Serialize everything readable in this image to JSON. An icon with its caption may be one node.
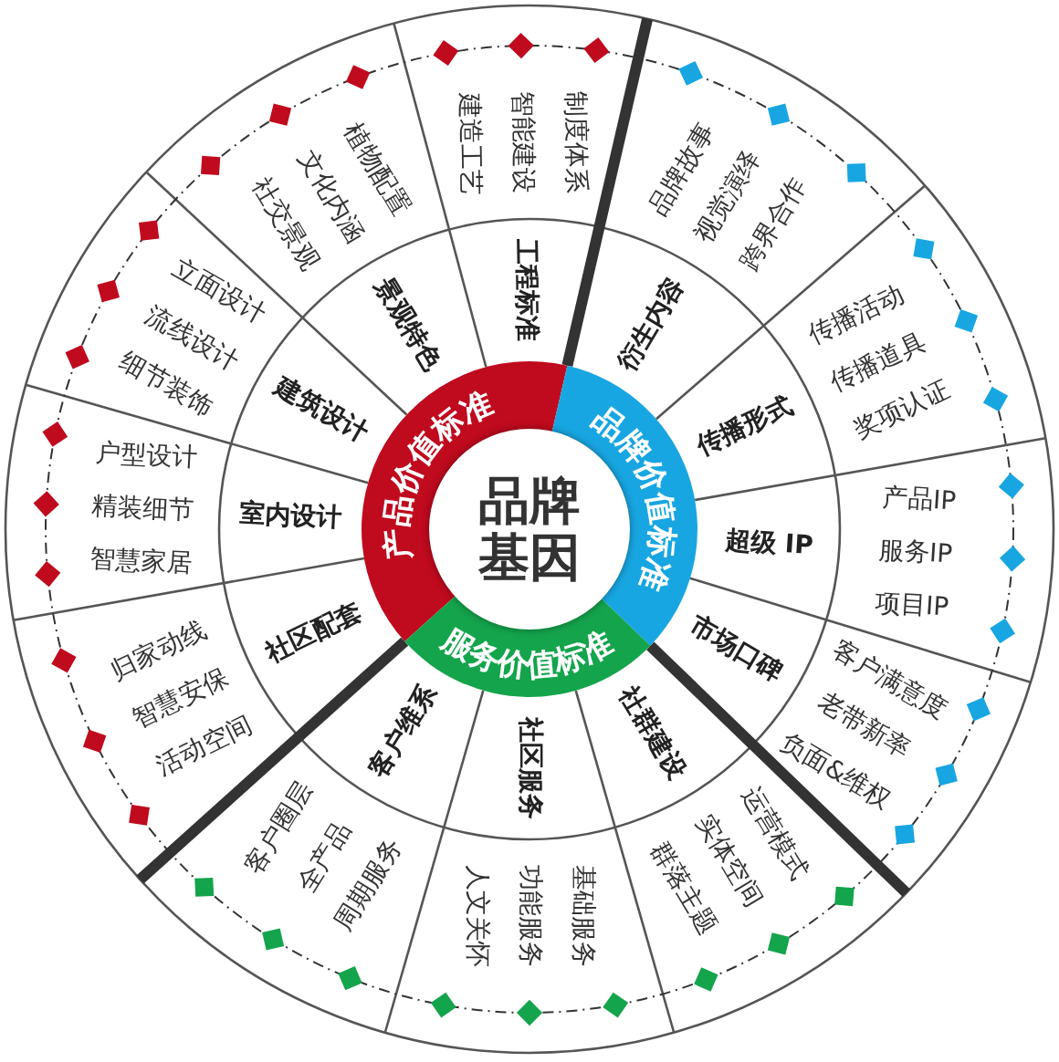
{
  "diagram": {
    "nodes": [
      {
        "text": [
          "品牌基因"
        ]
      },
      {
        "text": [
          "产品价值标准"
        ]
      },
      {
        "text": [
          "品牌价值标准"
        ]
      },
      {
        "text": [
          "服务价值标准"
        ]
      },
      {
        "text": [
          "工程标准"
        ]
      },
      {
        "text": [
          "衍生内容"
        ]
      },
      {
        "text": [
          "传播形式"
        ]
      },
      {
        "text": [
          "超级 IP"
        ]
      },
      {
        "text": [
          "市场口碑"
        ]
      },
      {
        "text": [
          "社群建设"
        ]
      },
      {
        "text": [
          "社区服务"
        ]
      },
      {
        "text": [
          "客户维系"
        ]
      },
      {
        "text": [
          "社区配套"
        ]
      },
      {
        "text": [
          "室内设计"
        ]
      },
      {
        "text": [
          "建筑设计"
        ]
      },
      {
        "text": [
          "景观特色"
        ]
      },
      {
        "text": [
          "制度体系",
          "智能建设",
          "建造工艺"
        ]
      },
      {
        "text": [
          "品牌故事",
          "视觉演绎",
          "跨界合作"
        ]
      },
      {
        "text": [
          "传播活动",
          "传播道具",
          "奖项认证"
        ]
      },
      {
        "text": [
          "产品IP",
          "服务IP",
          "项目IP"
        ]
      },
      {
        "text": [
          "客户满意度",
          "老带新率",
          "负面&维权"
        ]
      },
      {
        "text": [
          "运营模式",
          "实体空间",
          "群落主题"
        ]
      },
      {
        "text": [
          "基础服务",
          "功能服务",
          "人文关怀"
        ]
      },
      {
        "text": [
          "客户圈层",
          "全产品",
          "周期服务"
        ]
      },
      {
        "text": [
          "归家动线",
          "智慧安保",
          "活动空间"
        ]
      },
      {
        "text": [
          "户型设计",
          "精装细节",
          "智慧家居"
        ]
      },
      {
        "text": [
          "立面设计",
          "流线设计",
          "细节装饰"
        ]
      },
      {
        "text": [
          "植物配置",
          "文化内涵",
          "社交景观"
        ]
      }
    ]
  }
}
